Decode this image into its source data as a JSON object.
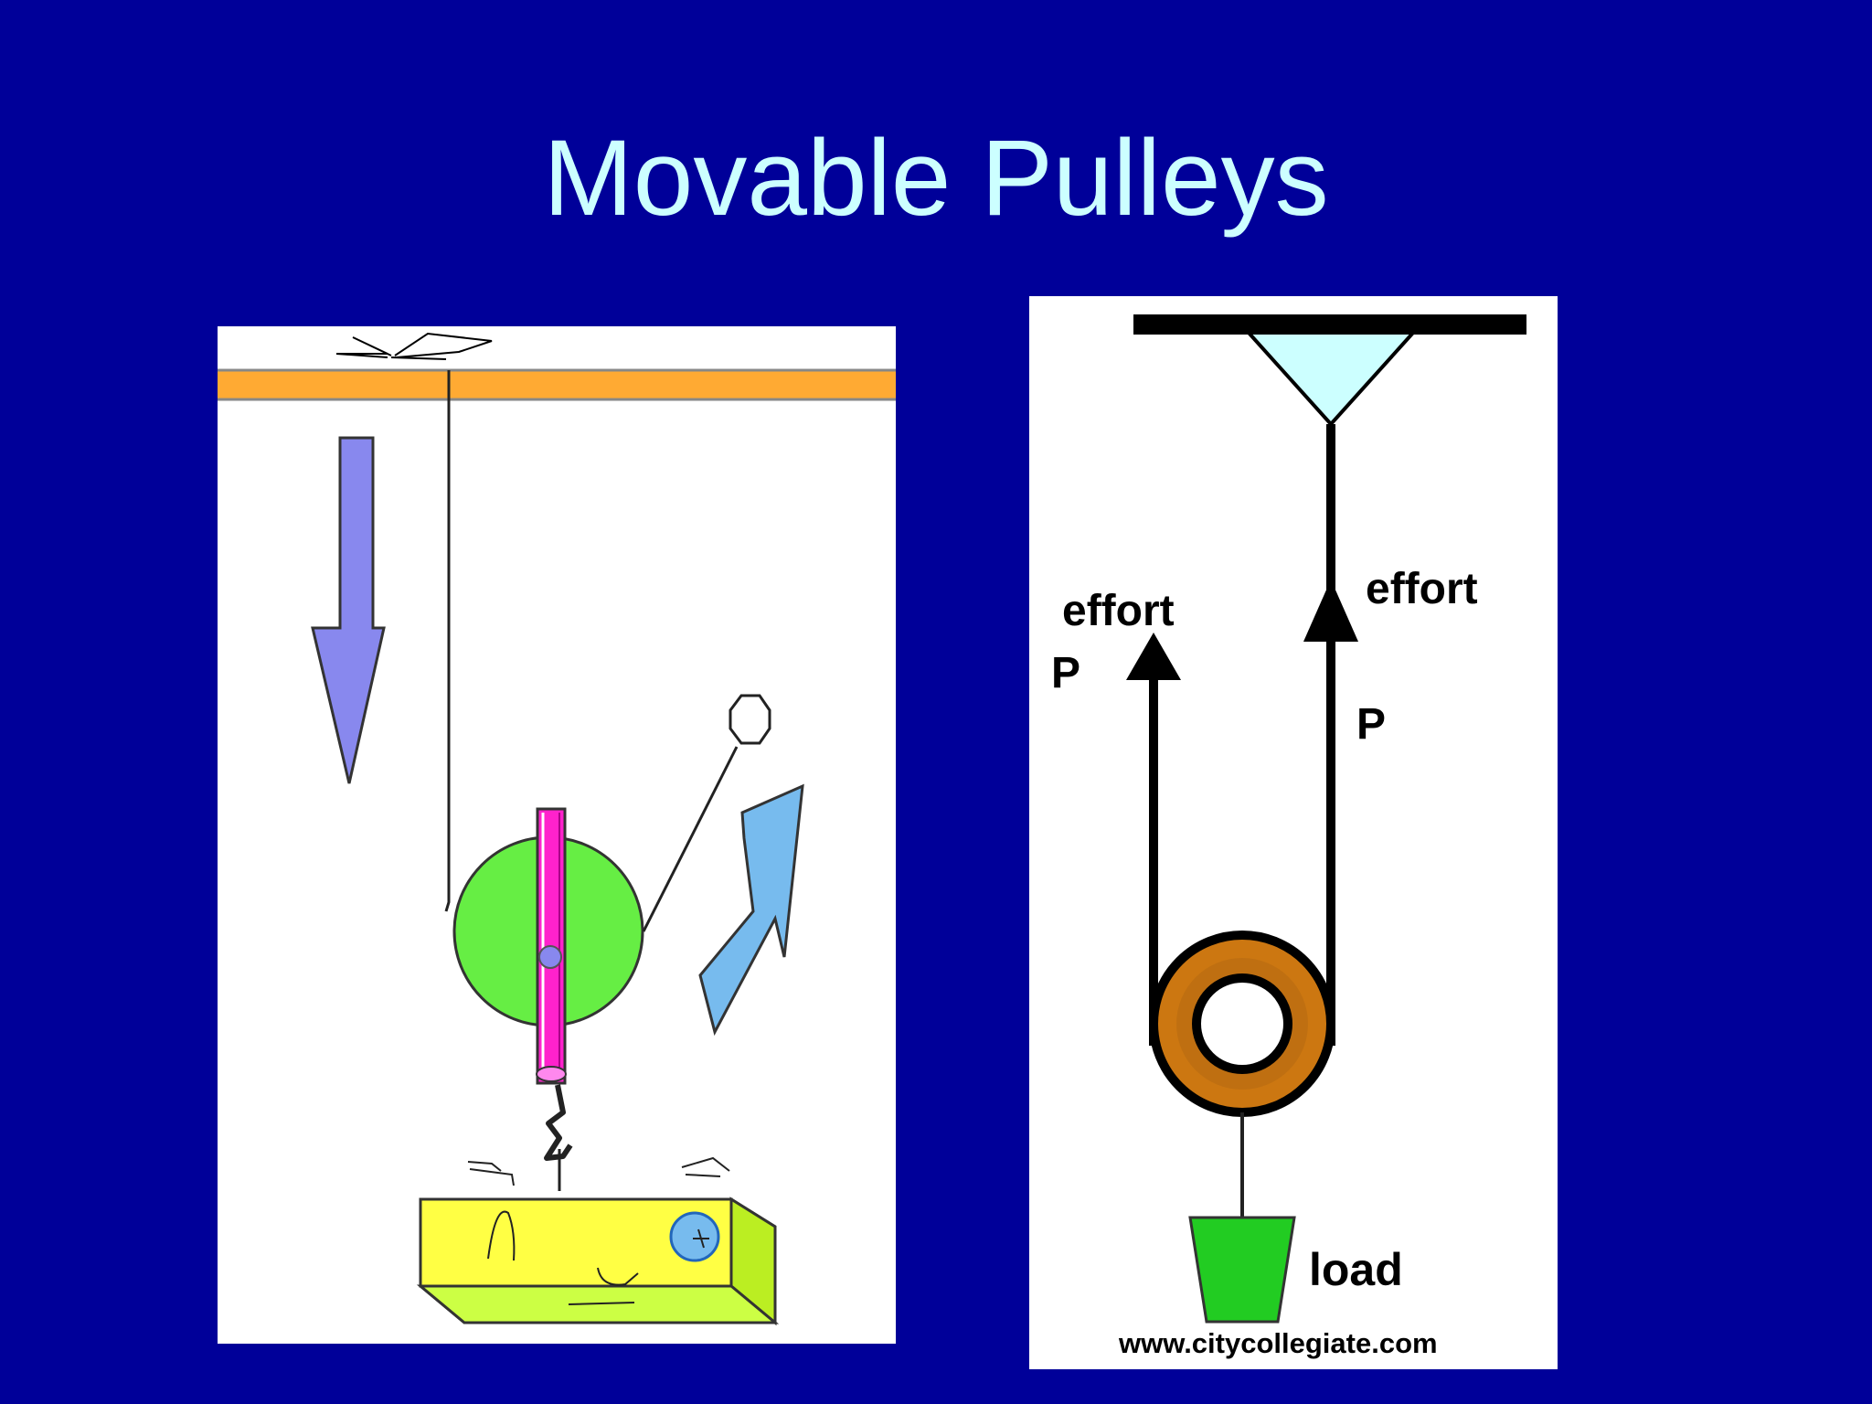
{
  "slide": {
    "title": "Movable Pulleys"
  },
  "right_diagram": {
    "effort_left_label": "effort",
    "effort_right_label": "effort",
    "force_left_label": "P",
    "force_right_label": "P",
    "load_label": "load",
    "watermark": "www.citycollegiate.com"
  },
  "colors": {
    "background": "#000099",
    "title": "#ccffff",
    "ceiling_bar": "#ffaa33",
    "pulley_wheel": "#66ee44",
    "pulley_block": "#ff22cc",
    "load_box": "#ffff44",
    "arrow_down": "#8888ee",
    "arrow_up": "#77bbee",
    "pulley_ring": "#cc7711",
    "support_triangle": "#ccffff",
    "load_bucket": "#22cc22"
  }
}
